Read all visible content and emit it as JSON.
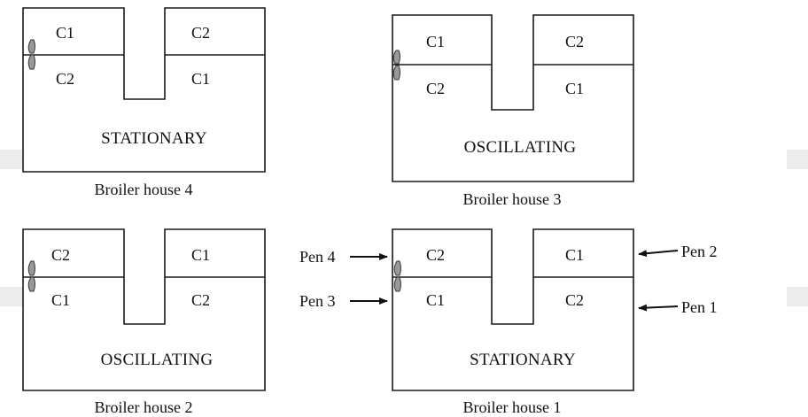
{
  "houses": [
    {
      "id": "h4",
      "label": "Broiler house 4",
      "mode": "STATIONARY",
      "pens": {
        "left_top": "C1",
        "left_bottom": "C2",
        "right_top": "C2",
        "right_bottom": "C1"
      }
    },
    {
      "id": "h3",
      "label": "Broiler house 3",
      "mode": "OSCILLATING",
      "pens": {
        "left_top": "C1",
        "left_bottom": "C2",
        "right_top": "C2",
        "right_bottom": "C1"
      }
    },
    {
      "id": "h2",
      "label": "Broiler house 2",
      "mode": "OSCILLATING",
      "pens": {
        "left_top": "C2",
        "left_bottom": "C1",
        "right_top": "C1",
        "right_bottom": "C2"
      }
    },
    {
      "id": "h1",
      "label": "Broiler house 1",
      "mode": "STATIONARY",
      "pens": {
        "left_top": "C2",
        "left_bottom": "C1",
        "right_top": "C1",
        "right_bottom": "C2"
      }
    }
  ],
  "pen_callouts": {
    "pen4": "Pen 4",
    "pen3": "Pen 3",
    "pen2": "Pen 2",
    "pen1": "Pen 1"
  }
}
